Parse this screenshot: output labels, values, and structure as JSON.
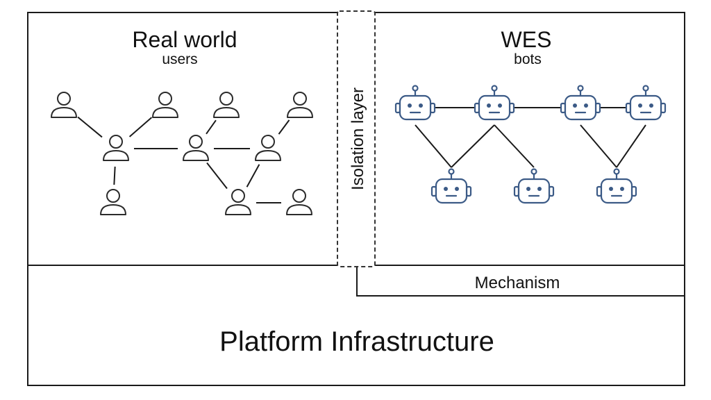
{
  "real_world": {
    "title": "Real world",
    "subtitle": "users"
  },
  "wes": {
    "title": "WES",
    "subtitle": "bots"
  },
  "isolation_layer": {
    "label": "Isolation layer"
  },
  "mechanism": {
    "label": "Mechanism"
  },
  "platform": {
    "label": "Platform Infrastructure"
  },
  "colors": {
    "user_stroke": "#2b2b2b",
    "bot_stroke": "#3b5a86",
    "bot_fill": "#ffffff",
    "line": "#1a1a1a"
  },
  "icons": {
    "user": "user-icon",
    "bot": "robot-icon"
  }
}
